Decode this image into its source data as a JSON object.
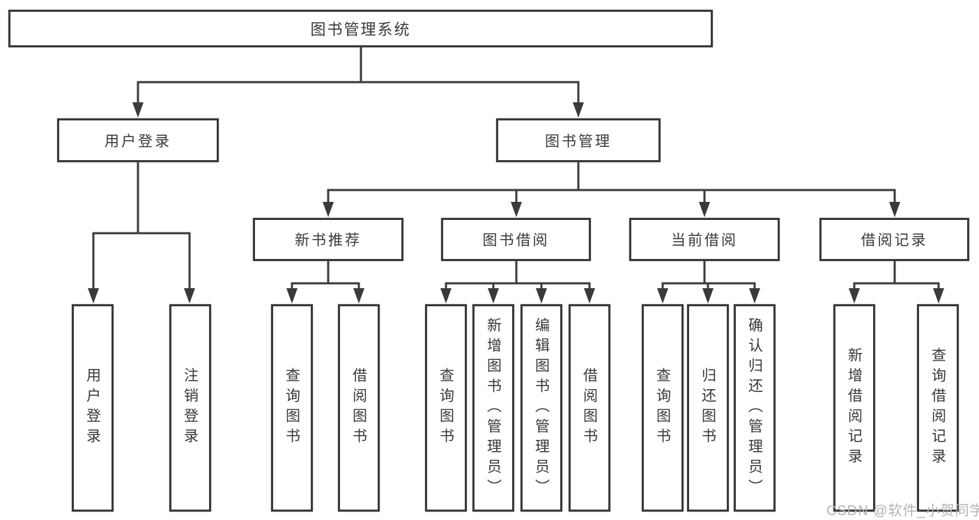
{
  "colors": {
    "line": "#3a3a3a",
    "box_border": "#3a3a3a",
    "box_fill": "#ffffff",
    "text": "#36393d",
    "watermark": "#b3b3b3",
    "background": "#ffffff"
  },
  "watermark": "CSDN @软件_小贺同学",
  "tree": {
    "label": "图书管理系统",
    "children": [
      {
        "label": "用户登录",
        "children": [
          {
            "label": "用户登录"
          },
          {
            "label": "注销登录"
          }
        ]
      },
      {
        "label": "图书管理",
        "children": [
          {
            "label": "新书推荐",
            "children": [
              {
                "label": "查询图书"
              },
              {
                "label": "借阅图书"
              }
            ]
          },
          {
            "label": "图书借阅",
            "children": [
              {
                "label": "查询图书"
              },
              {
                "label": "新增图书（管理员）"
              },
              {
                "label": "编辑图书（管理员）"
              },
              {
                "label": "借阅图书"
              }
            ]
          },
          {
            "label": "当前借阅",
            "children": [
              {
                "label": "查询图书"
              },
              {
                "label": "归还图书"
              },
              {
                "label": "确认归还（管理员）"
              }
            ]
          },
          {
            "label": "借阅记录",
            "children": [
              {
                "label": "新增借阅记录"
              },
              {
                "label": "查询借阅记录"
              }
            ]
          }
        ]
      }
    ]
  }
}
